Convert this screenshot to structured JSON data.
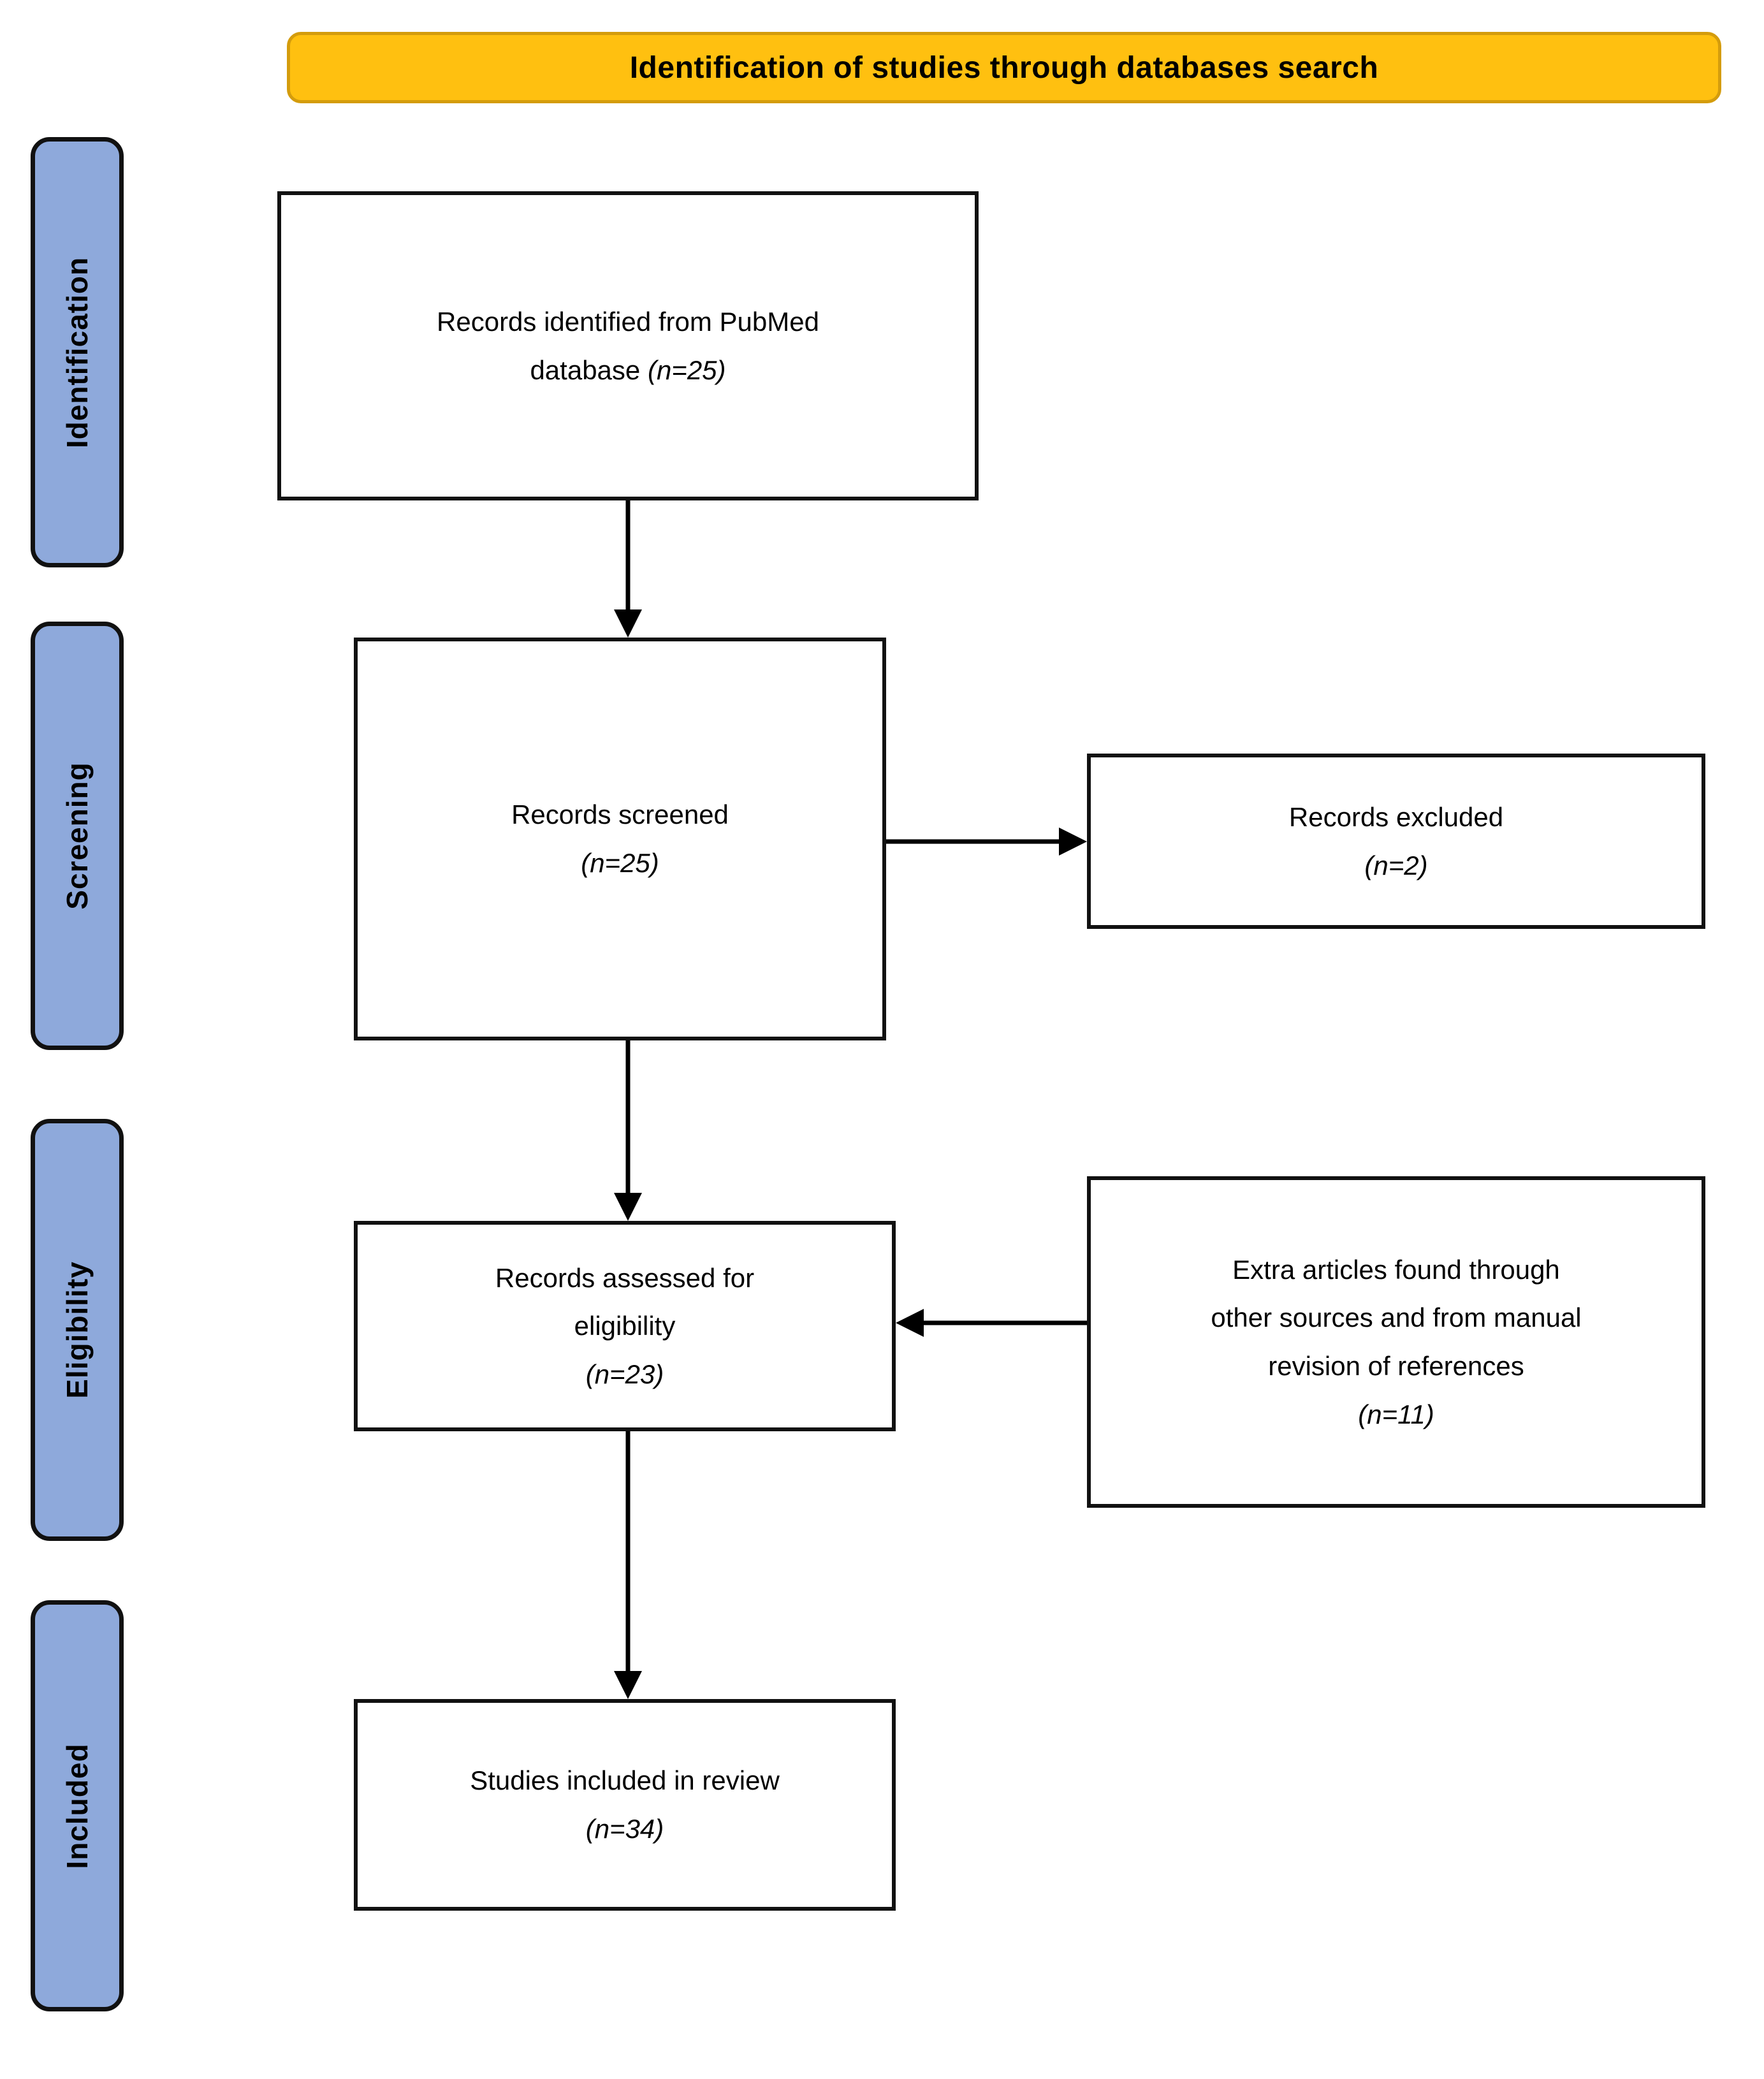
{
  "title_banner": {
    "text": "Identification of studies through databases search",
    "fill": "#FFC010",
    "border": "#D49C0C"
  },
  "stage_style": {
    "fill": "#8EA9DB",
    "border": "#111111"
  },
  "stages": [
    {
      "label": "Identification"
    },
    {
      "label": "Screening"
    },
    {
      "label": "Eligibility"
    },
    {
      "label": "Included"
    }
  ],
  "boxes": [
    {
      "key": "records-identified",
      "lines": [
        "Records identified from PubMed",
        "database (n=25)"
      ],
      "n": 25
    },
    {
      "key": "records-screened",
      "lines": [
        "Records screened",
        "(n=25)"
      ],
      "n": 25
    },
    {
      "key": "records-excluded",
      "lines": [
        "Records excluded",
        "(n=2)"
      ],
      "n": 2
    },
    {
      "key": "records-assessed",
      "lines": [
        "Records assessed for",
        "eligibility",
        "(n=23)"
      ],
      "n": 23
    },
    {
      "key": "extra-articles",
      "lines": [
        "Extra articles found through",
        "other sources and from manual",
        "revision of references",
        "(n=11)"
      ],
      "n": 11
    },
    {
      "key": "studies-included",
      "lines": [
        "Studies included in review",
        "(n=34)"
      ],
      "n": 34
    }
  ],
  "arrows": [
    {
      "from": "records-identified",
      "to": "records-screened",
      "direction": "down"
    },
    {
      "from": "records-screened",
      "to": "records-excluded",
      "direction": "right"
    },
    {
      "from": "records-screened",
      "to": "records-assessed",
      "direction": "down"
    },
    {
      "from": "extra-articles",
      "to": "records-assessed",
      "direction": "left"
    },
    {
      "from": "records-assessed",
      "to": "studies-included",
      "direction": "down"
    }
  ]
}
